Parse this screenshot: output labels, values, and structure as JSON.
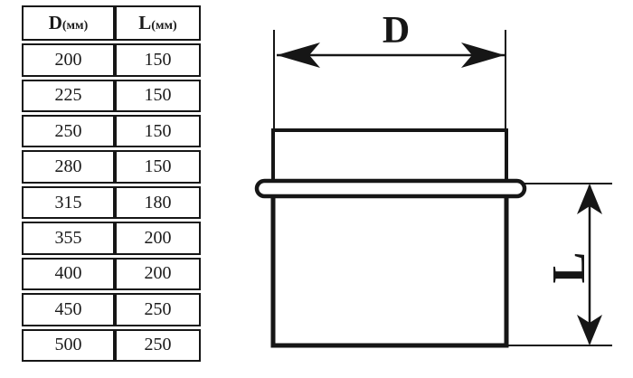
{
  "page": {
    "background": "#ffffff",
    "line_color": "#161616"
  },
  "table": {
    "header": {
      "d_letter": "D",
      "d_unit": "(мм)",
      "l_letter": "L",
      "l_unit": "(мм)"
    },
    "rows": [
      {
        "d": "200",
        "l": "150"
      },
      {
        "d": "225",
        "l": "150"
      },
      {
        "d": "250",
        "l": "150"
      },
      {
        "d": "280",
        "l": "150"
      },
      {
        "d": "315",
        "l": "180"
      },
      {
        "d": "355",
        "l": "200"
      },
      {
        "d": "400",
        "l": "200"
      },
      {
        "d": "450",
        "l": "250"
      },
      {
        "d": "500",
        "l": "250"
      }
    ]
  },
  "diagram": {
    "dimension_d_label": "D",
    "dimension_l_label": "L"
  }
}
